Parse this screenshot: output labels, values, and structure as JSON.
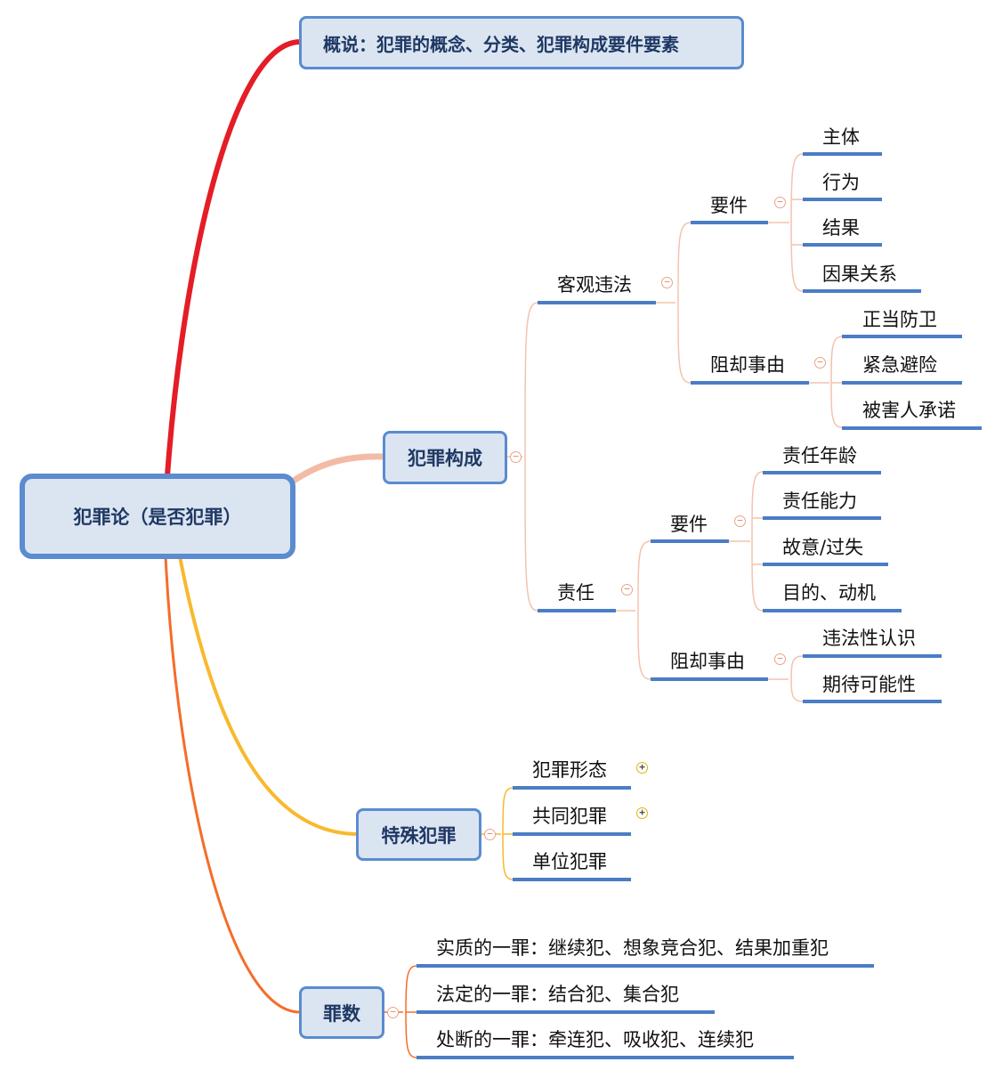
{
  "root": {
    "label": "犯罪论（是否犯罪）"
  },
  "overview": {
    "label": "概说：犯罪的概念、分类、犯罪构成要件要素"
  },
  "composition": {
    "label": "犯罪构成",
    "objective": {
      "label": "客观违法",
      "elements": {
        "label": "要件",
        "items": [
          "主体",
          "行为",
          "结果",
          "因果关系"
        ]
      },
      "defenses": {
        "label": "阻却事由",
        "items": [
          "正当防卫",
          "紧急避险",
          "被害人承诺"
        ]
      }
    },
    "responsibility": {
      "label": "责任",
      "elements": {
        "label": "要件",
        "items": [
          "责任年龄",
          "责任能力",
          "故意/过失",
          "目的、动机"
        ]
      },
      "defenses": {
        "label": "阻却事由",
        "items": [
          "违法性认识",
          "期待可能性"
        ]
      }
    }
  },
  "special": {
    "label": "特殊犯罪",
    "items": [
      "犯罪形态",
      "共同犯罪",
      "单位犯罪"
    ]
  },
  "counts": {
    "label": "罪数",
    "items": [
      "实质的一罪：继续犯、想象竞合犯、结果加重犯",
      "法定的一罪：结合犯、集合犯",
      "处断的一罪：牵连犯、吸收犯、连续犯"
    ]
  },
  "colors": {
    "node_fill": "#dbe5f1",
    "node_border": "#5b8bd0",
    "underline": "#4a7dc4",
    "branch_red": "#e41d26",
    "branch_peach": "#f3bba5",
    "branch_yellow": "#f8b92e",
    "branch_orange": "#f46d2a"
  },
  "icons": {
    "collapse": "minus-circle-icon",
    "expand": "plus-circle-icon"
  }
}
